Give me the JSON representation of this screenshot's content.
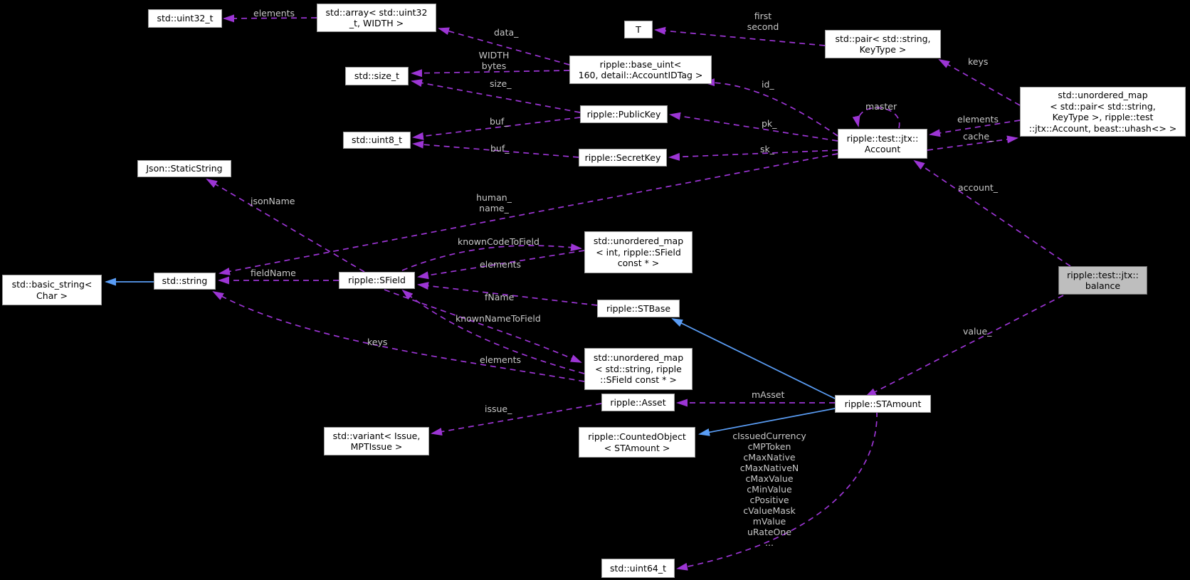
{
  "theme": {
    "background": "#000000",
    "node_bg": "#ffffff",
    "node_border": "#9c9c9c",
    "node_text": "#000000",
    "highlight_bg": "#bebebe",
    "edge_purple": "#9c35d4",
    "edge_blue": "#5a9df5",
    "edge_label_color": "#c7c7c7"
  },
  "nodes": {
    "uint32_t": {
      "lines": [
        "std::uint32_t"
      ]
    },
    "array": {
      "lines": [
        "std::array< std::uint32",
        "_t, WIDTH >"
      ]
    },
    "t": {
      "lines": [
        "T"
      ]
    },
    "pair": {
      "lines": [
        "std::pair< std::string,",
        "KeyType >"
      ]
    },
    "size_t": {
      "lines": [
        "std::size_t"
      ]
    },
    "base_uint": {
      "lines": [
        "ripple::base_uint<",
        "160, detail::AccountIDTag >"
      ]
    },
    "umap_keys": {
      "lines": [
        "std::unordered_map",
        "< std::pair< std::string,",
        "KeyType >, ripple::test",
        "::jtx::Account, beast::uhash<> >"
      ]
    },
    "uint8_t": {
      "lines": [
        "std::uint8_t"
      ]
    },
    "publickey": {
      "lines": [
        "ripple::PublicKey"
      ]
    },
    "secretkey": {
      "lines": [
        "ripple::SecretKey"
      ]
    },
    "account": {
      "lines": [
        "ripple::test::jtx::",
        "Account"
      ]
    },
    "staticstring": {
      "lines": [
        "Json::StaticString"
      ]
    },
    "basic_string": {
      "lines": [
        "std::basic_string<",
        "Char >"
      ]
    },
    "string": {
      "lines": [
        "std::string"
      ]
    },
    "sfield": {
      "lines": [
        "ripple::SField"
      ]
    },
    "umap_int": {
      "lines": [
        "std::unordered_map",
        "< int, ripple::SField",
        "const * >"
      ]
    },
    "stbase": {
      "lines": [
        "ripple::STBase"
      ]
    },
    "umap_string": {
      "lines": [
        "std::unordered_map",
        "< std::string, ripple",
        "::SField const * >"
      ]
    },
    "balance": {
      "lines": [
        "ripple::test::jtx::",
        "balance"
      ]
    },
    "asset": {
      "lines": [
        "ripple::Asset"
      ]
    },
    "stamount": {
      "lines": [
        "ripple::STAmount"
      ]
    },
    "variant": {
      "lines": [
        "std::variant< Issue,",
        "MPTIssue >"
      ]
    },
    "countedobject": {
      "lines": [
        "ripple::CountedObject",
        "< STAmount >"
      ]
    },
    "uint64_t": {
      "lines": [
        "std::uint64_t"
      ]
    }
  },
  "edge_labels": {
    "elements_array": "elements",
    "data_": "data_",
    "first": "first",
    "second": "second",
    "width": "WIDTH",
    "bytes": "bytes",
    "size_": "size_",
    "buf_pk": "buf_",
    "buf_sk": "buf_",
    "id_": "id_",
    "master": "master",
    "keys_pair": "keys",
    "elements_account": "elements",
    "cache_": "cache_",
    "pk_": "pk_",
    "sk_": "sk_",
    "account_": "account_",
    "human_": "human_",
    "name_": "name_",
    "jsonName": "jsonName",
    "fieldName": "fieldName",
    "knownCodeToField": "knownCodeToField",
    "elements_code": "elements",
    "fName": "fName",
    "knownNameToField": "knownNameToField",
    "elements_name": "elements",
    "keys_string": "keys",
    "value_": "value_",
    "issue_": "issue_",
    "mAsset": "mAsset",
    "stamount_members": [
      "cIssuedCurrency",
      "cMPToken",
      "cMaxNative",
      "cMaxNativeN",
      "cMaxValue",
      "cMinValue",
      "cPositive",
      "cValueMask",
      "mValue",
      "uRateOne",
      "..."
    ]
  }
}
